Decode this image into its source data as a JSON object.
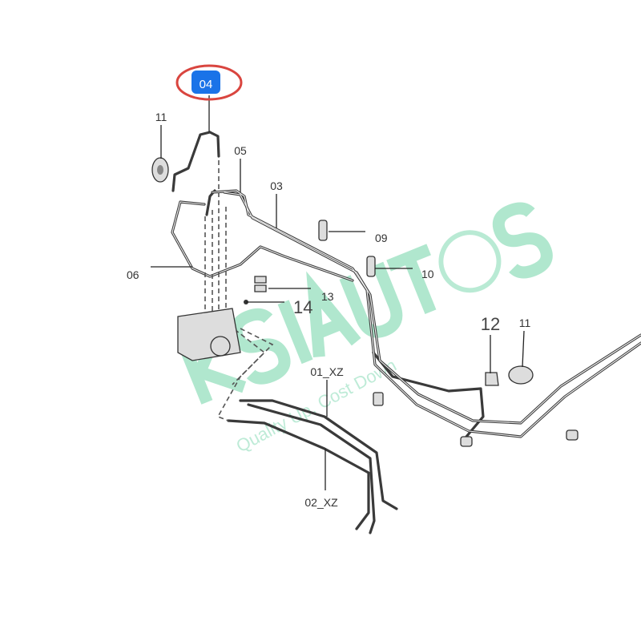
{
  "diagram": {
    "highlighted_label": "04",
    "labels": {
      "l11a": "11",
      "l05": "05",
      "l03": "03",
      "l09": "09",
      "l10": "10",
      "l06": "06",
      "l13": "13",
      "l14": "14",
      "l12": "12",
      "l11b": "11",
      "l01": "01_XZ",
      "l02": "02_XZ"
    },
    "colors": {
      "highlight_fill": "#1a73e8",
      "highlight_ring": "#d9453f",
      "watermark": "#6fd3a6"
    }
  },
  "watermark": {
    "brand": "KSIAUTOS",
    "slogan": "Quality Up. Cost Down"
  }
}
